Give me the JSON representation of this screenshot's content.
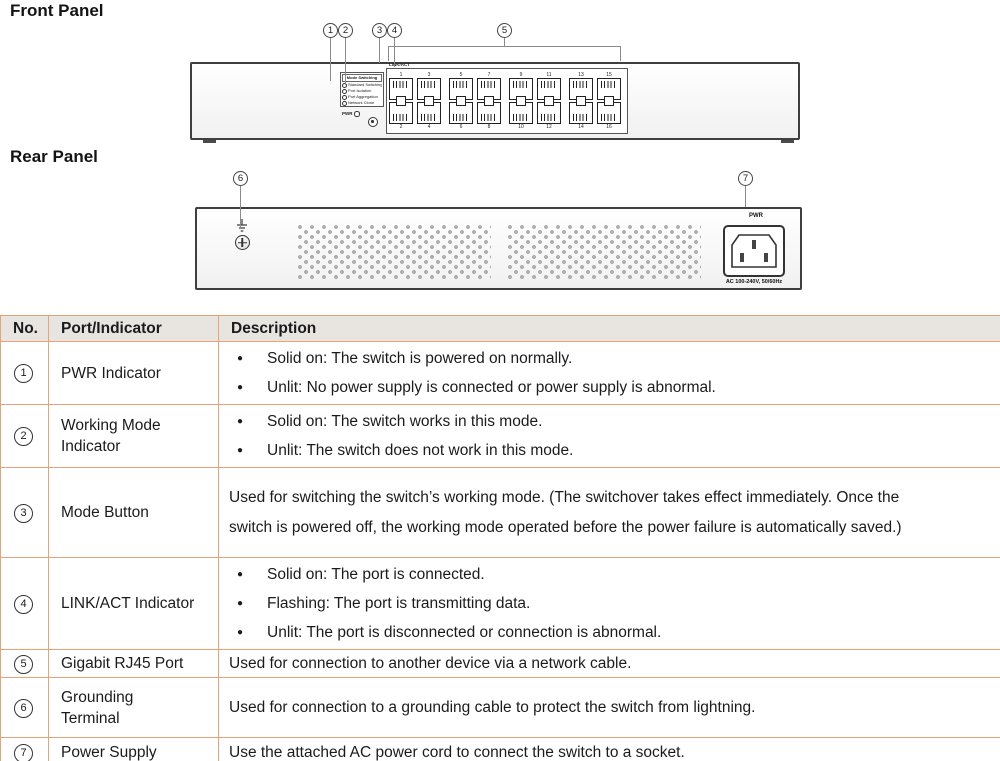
{
  "headings": {
    "front_panel": "Front Panel",
    "rear_panel": "Rear Panel"
  },
  "front_panel": {
    "callouts": [
      "1",
      "2",
      "3",
      "4",
      "5"
    ],
    "link_act_label": "LINK/ACT",
    "pwr_led_label": "PWR",
    "mode_box_title": "Mode Switching",
    "mode_options": [
      "Standard Switching",
      "Port Isolation",
      "Port Aggregation",
      "Network Clone"
    ],
    "port_numbers_top": [
      "1",
      "3",
      "5",
      "7",
      "9",
      "11",
      "13",
      "15"
    ],
    "port_numbers_bottom": [
      "2",
      "4",
      "6",
      "8",
      "10",
      "12",
      "14",
      "16"
    ]
  },
  "rear_panel": {
    "callouts": [
      "6",
      "7"
    ],
    "pwr_label": "PWR",
    "ac_rating": "AC 100-240V, 50/60Hz"
  },
  "table": {
    "headers": [
      "No.",
      "Port/Indicator",
      "Description"
    ],
    "rows": [
      {
        "no": "1",
        "label": "PWR Indicator",
        "lines": [
          "Solid on: The switch is powered on normally.",
          "Unlit: No power supply is connected or power supply is abnormal."
        ]
      },
      {
        "no": "2",
        "label": "Working Mode\nIndicator",
        "lines": [
          "Solid on: The switch works in this mode.",
          "Unlit: The switch does not work in this mode."
        ]
      },
      {
        "no": "3",
        "label": "Mode Button",
        "lines": [
          "Used for switching the switch’s working mode. (The switchover takes effect immediately. Once the switch is powered off, the working mode operated before the power failure is automatically saved.)"
        ]
      },
      {
        "no": "4",
        "label": "LINK/ACT Indicator",
        "lines": [
          "Solid on: The port is connected.",
          "Flashing: The port is transmitting data.",
          "Unlit: The port is disconnected or connection is abnormal."
        ]
      },
      {
        "no": "5",
        "label": "Gigabit RJ45 Port",
        "lines": [
          "Used for connection to another device via a network cable."
        ]
      },
      {
        "no": "6",
        "label": "Grounding\nTerminal",
        "lines": [
          "Used for connection to a grounding cable to protect the switch from lightning."
        ]
      },
      {
        "no": "7",
        "label": "Power Supply",
        "lines": [
          "Use the attached AC power cord to connect the switch to a socket."
        ]
      }
    ]
  }
}
